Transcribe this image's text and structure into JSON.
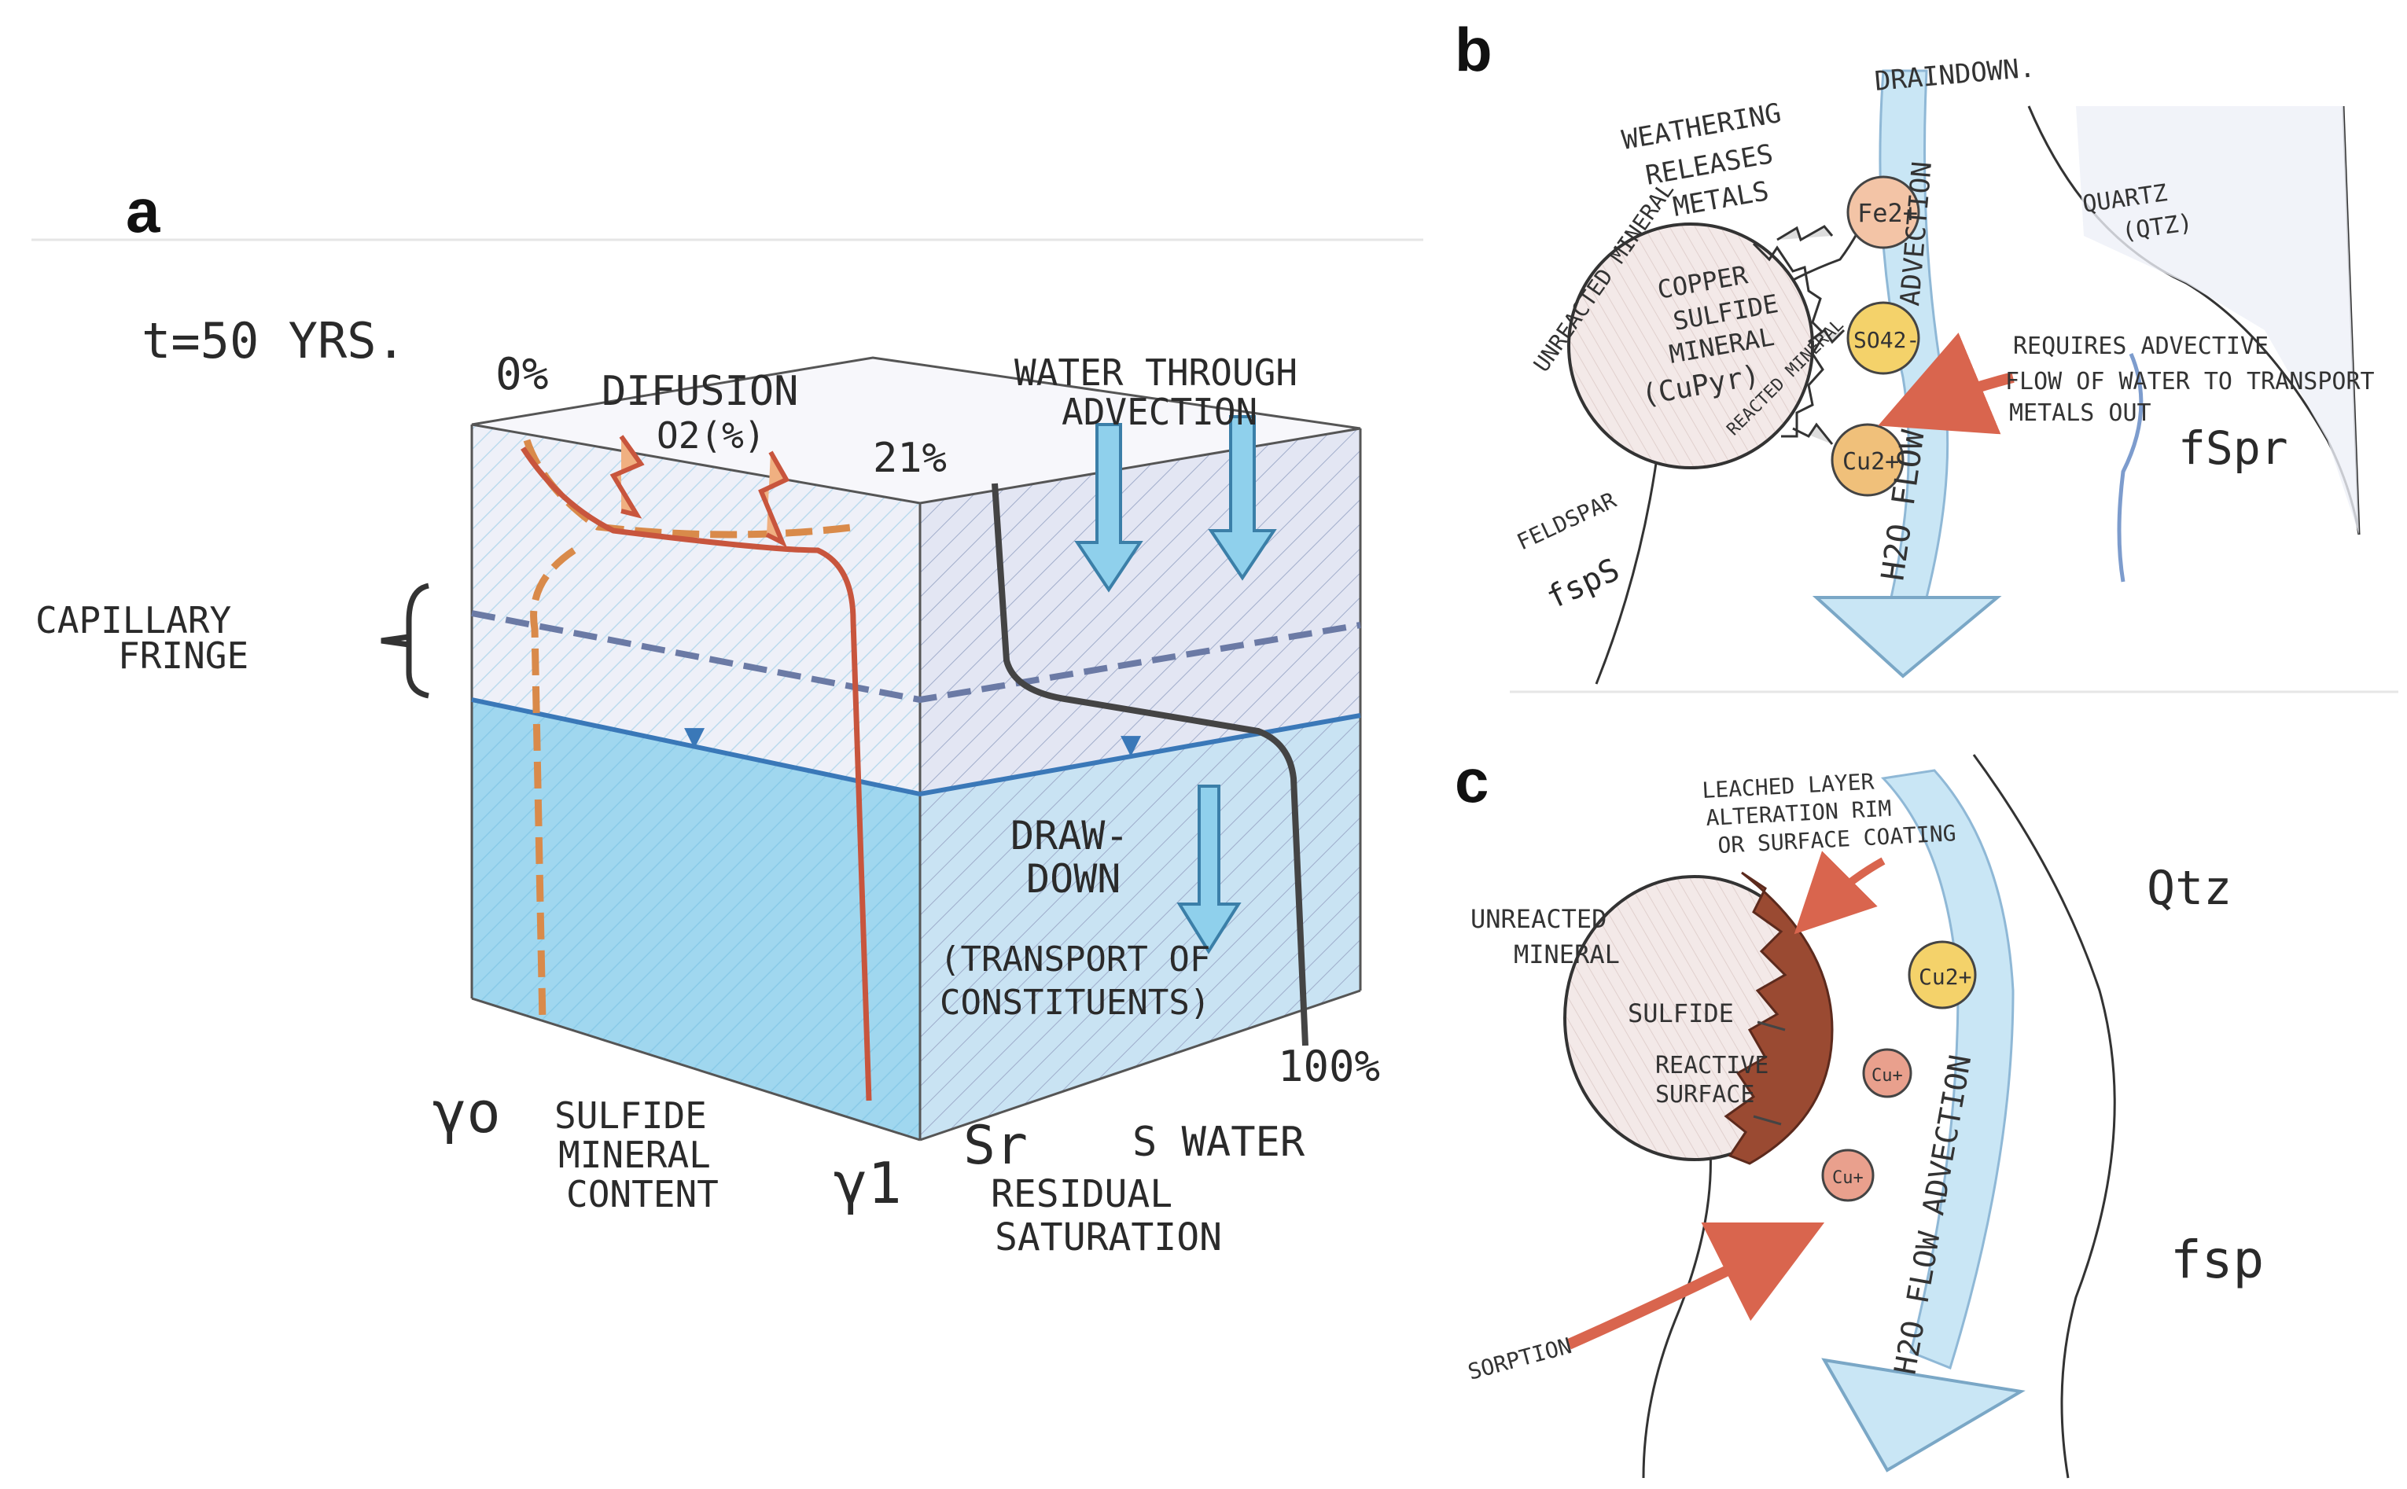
{
  "panels": {
    "a": {
      "letter": "a",
      "time_label": "t=50 YRS.",
      "pct_0": "0%",
      "pct_21": "21%",
      "pct_100": "100%",
      "diffusion_title": "DIFUSION",
      "diffusion_sub": "O2(%)",
      "advection_line1": "WATER THROUGH",
      "advection_line2": "ADVECTION",
      "capillary_line1": "CAPILLARY",
      "capillary_line2": "FRINGE",
      "drawdown_line1": "DRAW-",
      "drawdown_line2": "DOWN",
      "transport_line1": "(TRANSPORT OF",
      "transport_line2": "CONSTITUENTS)",
      "gamma0": "γo",
      "gamma1": "γ1",
      "sulfide_line1": "SULFIDE",
      "sulfide_line2": "MINERAL",
      "sulfide_line3": "CONTENT",
      "sr": "Sr",
      "swater": "S WATER",
      "residual_line1": "RESIDUAL",
      "residual_line2": "SATURATION"
    },
    "b": {
      "letter": "b",
      "drawdown": "DRAINDOWN.",
      "weathering_line1": "WEATHERING",
      "weathering_line2": "RELEASES",
      "weathering_line3": "METALS",
      "unreacted": "UNREACTED MINERAL",
      "copper_line1": "COPPER",
      "copper_line2": "SULFIDE",
      "copper_line3": "MINERAL",
      "cupyr": "(CuPyr)",
      "reacted": "REACTED MINERAL",
      "fe_ion": "Fe2+",
      "so4_ion": "SO42-",
      "cu_ion": "Cu2+",
      "advection": "ADVECTION",
      "h2o_flow": "H2O FLOW",
      "quartz_line1": "QUARTZ",
      "quartz_line2": "(QTZ)",
      "requires_line1": "REQUIRES ADVECTIVE",
      "requires_line2": "FLOW OF WATER TO TRANSPORT",
      "requires_line3": "METALS OUT",
      "fspr": "fSpr",
      "feldspar": "FELDSPAR",
      "fsps": "fspS"
    },
    "c": {
      "letter": "c",
      "leached_line1": "LEACHED LAYER",
      "leached_line2": "ALTERATION RIM",
      "leached_line3": "OR SURFACE COATING",
      "unreacted_line1": "UNREACTED",
      "unreacted_line2": "MINERAL",
      "sulfide": "SULFIDE",
      "reactive_line1": "REACTIVE",
      "reactive_line2": "SURFACE",
      "qtz": "Qtz",
      "cu_big": "Cu2+",
      "cu_small1": "Cu+",
      "cu_small2": "Cu+",
      "flow": "H2O FLOW ADVECTION",
      "sorption": "SORPTION",
      "fsp": "fsp"
    }
  },
  "colors": {
    "water_blue": "#8fd0ec",
    "light_blue": "#c9e6f5",
    "orange": "#d98a4a",
    "red_line": "#c8553d",
    "gray_line": "#444444",
    "rim_brown": "#9a4a32",
    "ion_orange": "#f3b97e",
    "ion_yellow": "#f4d26a",
    "ion_red": "#e9a08d"
  }
}
